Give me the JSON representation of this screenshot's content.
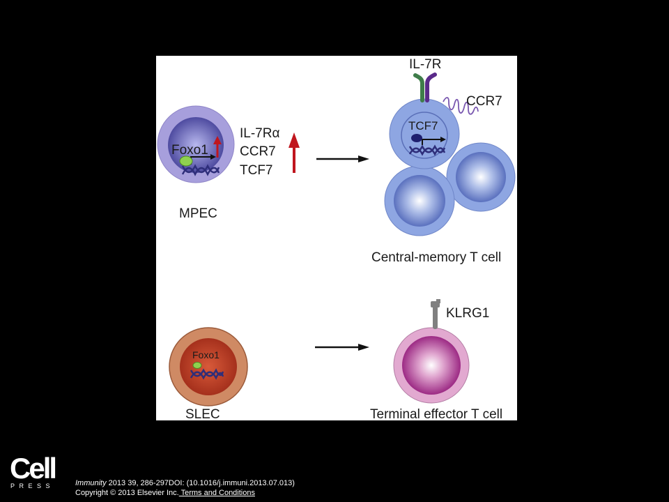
{
  "diagram": {
    "mpec": {
      "label": "MPEC",
      "nucleus_label": "Foxo1",
      "genes": [
        "IL-7Rα",
        "CCR7",
        "TCF7"
      ]
    },
    "central_memory": {
      "label": "Central-memory T cell",
      "receptor_label": "IL-7R",
      "chemokine_label": "CCR7",
      "nucleus_label": "TCF7"
    },
    "slec": {
      "label": "SLEC",
      "nucleus_label": "Foxo1"
    },
    "terminal_effector": {
      "label": "Terminal effector T cell",
      "receptor_label": "KLRG1"
    },
    "colors": {
      "memory_cell_outer": "#8fa6e0",
      "memory_cell_inner": "#2f3a8f",
      "mpec_outer": "#a9a0dc",
      "slec_outer": "#cf8a64",
      "slec_inner": "#b03a22",
      "effector_outer": "#e1a8cf",
      "effector_inner": "#a02d85",
      "up_arrow": "#c0161e",
      "foxo_bead": "#8fd14f",
      "il7r_green": "#3f7d4a",
      "il7r_purple": "#5a2a8a"
    }
  },
  "footer": {
    "logo_word": "Cell",
    "logo_press": "PRESS",
    "journal": "Immunity",
    "citation_rest": " 2013 39, 286-297DOI: (10.1016/j.immuni.2013.07.013)",
    "copyright": "Copyright © 2013 Elsevier Inc.",
    "terms_link": " Terms and Conditions"
  }
}
